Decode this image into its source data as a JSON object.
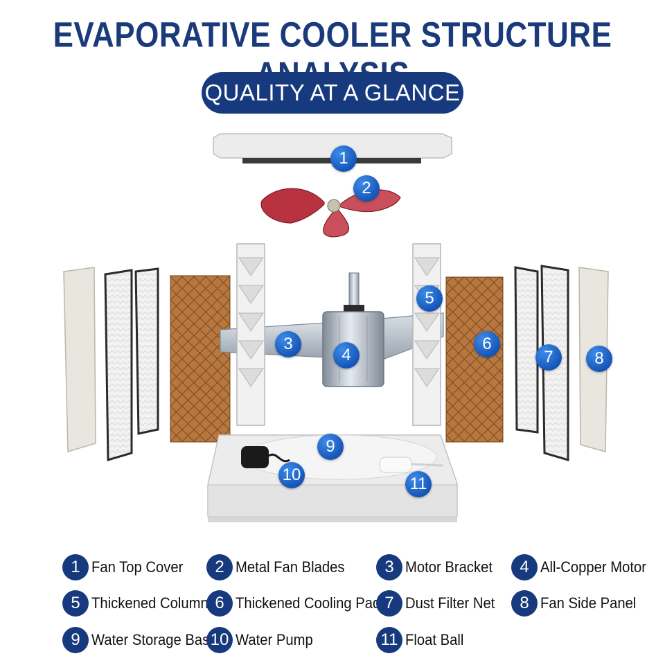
{
  "header": {
    "title": "EVAPORATIVE COOLER STRUCTURE ANALYSIS",
    "subtitle": "QUALITY AT A GLANCE"
  },
  "colors": {
    "navy": "#173a7e",
    "marker_blue": "#1556b8",
    "cooling_pad": "#b7773f",
    "fan_blade": "#b8333f",
    "plastic_white": "#e8e8e8"
  },
  "markers": [
    "1",
    "2",
    "3",
    "4",
    "5",
    "6",
    "7",
    "8",
    "9",
    "10",
    "11"
  ],
  "legend": [
    {
      "num": "1",
      "label": "Fan Top Cover"
    },
    {
      "num": "2",
      "label": "Metal Fan Blades"
    },
    {
      "num": "3",
      "label": "Motor Bracket"
    },
    {
      "num": "4",
      "label": "All-Copper Motor"
    },
    {
      "num": "5",
      "label": "Thickened Column"
    },
    {
      "num": "6",
      "label": "Thickened Cooling Pad"
    },
    {
      "num": "7",
      "label": "Dust Filter Net"
    },
    {
      "num": "8",
      "label": "Fan Side Panel"
    },
    {
      "num": "9",
      "label": "Water Storage Base"
    },
    {
      "num": "10",
      "label": "Water Pump"
    },
    {
      "num": "11",
      "label": "Float Ball"
    }
  ]
}
